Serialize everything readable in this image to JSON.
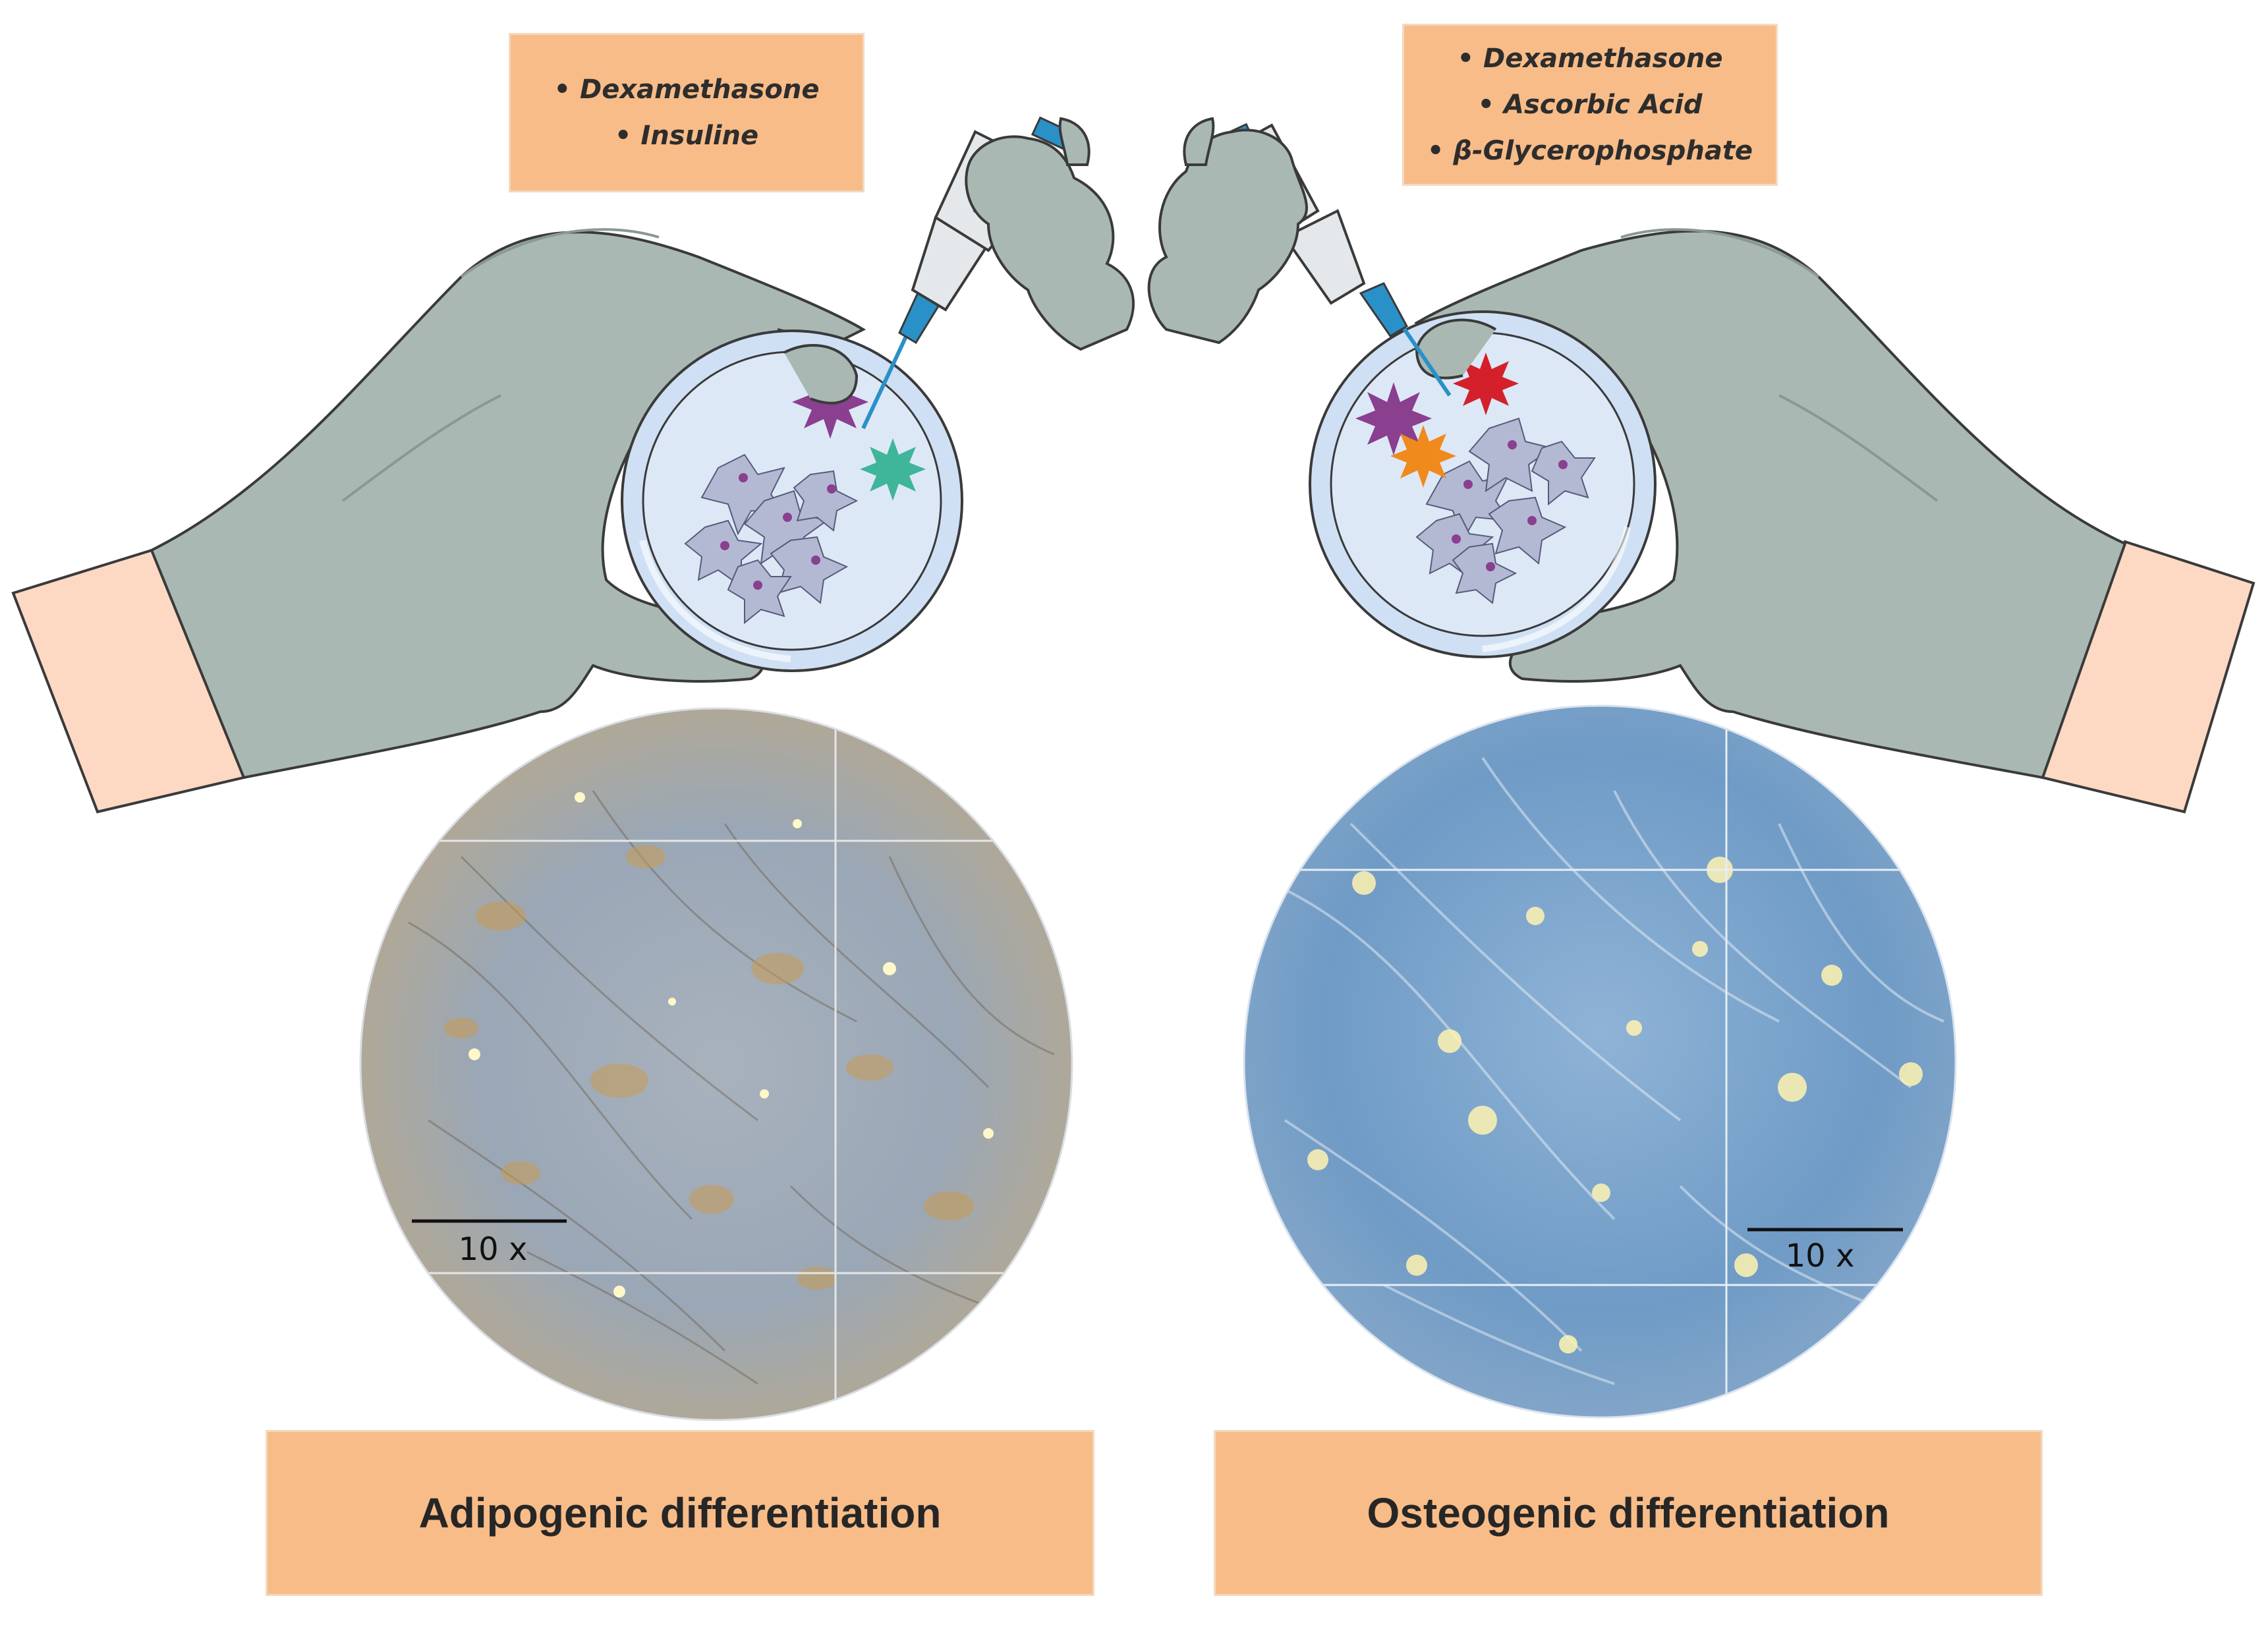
{
  "left_panel": {
    "reagents": [
      "• Dexamethasone",
      "• Insuline"
    ],
    "scale_label": "10 x",
    "label": "Adipogenic differentiation"
  },
  "right_panel": {
    "reagents": [
      "• Dexamethasone",
      "• Ascorbic Acid",
      "• β-Glycerophosphate"
    ],
    "scale_label": "10 x",
    "label": "Osteogenic differentiation"
  },
  "colors": {
    "box_fill": "#f8bc88",
    "glove": "#a9b8b3",
    "skin": "#fdd9c4",
    "dish": "#cfe0f4",
    "star_purple": "#8a3f8f",
    "star_teal": "#3fb59a",
    "star_red": "#d4202a",
    "star_orange": "#f08a1c",
    "pipette_blue": "#2a90c8"
  },
  "icons": [
    "glove-hand-icon",
    "petri-dish-icon",
    "pipette-icon",
    "star-burst-icon",
    "cell-icon"
  ]
}
